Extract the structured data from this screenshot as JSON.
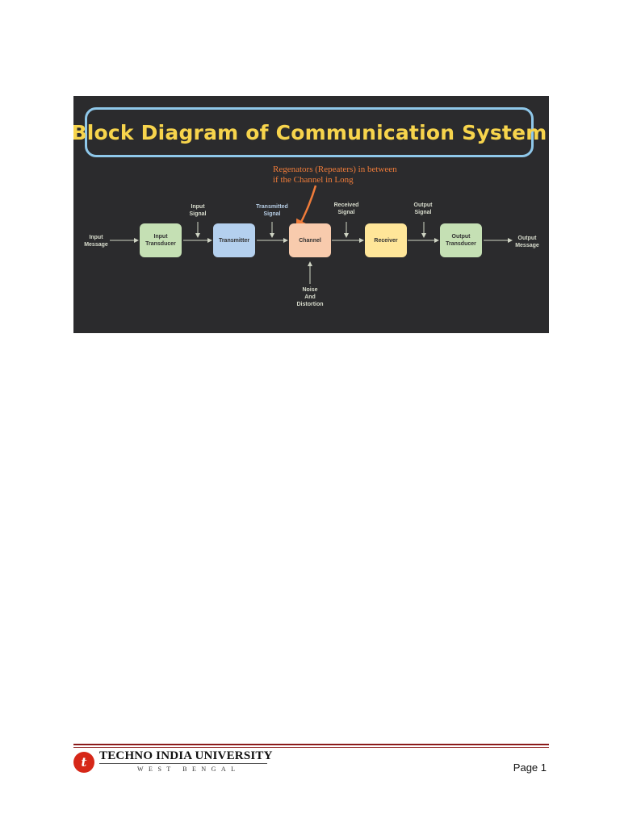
{
  "diagram": {
    "title": "Block Diagram of Communication System",
    "annotation": [
      "Regenators (Repeaters) in between",
      "if the Channel in Long"
    ],
    "blocks": [
      {
        "label": "Input\nTransducer",
        "color": "#c5e0b4"
      },
      {
        "label": "Transmitter",
        "color": "#b4d0ee"
      },
      {
        "label": "Channel",
        "color": "#f8cbad"
      },
      {
        "label": "Receiver",
        "color": "#ffe699"
      },
      {
        "label": "Output\nTransducer",
        "color": "#c5e0b4"
      }
    ],
    "labels": {
      "input_message": "Input\nMessage",
      "input_signal": "Input\nSignal",
      "transmitted_signal": "Transmitted\nSignal",
      "received_signal": "Received\nSignal",
      "output_signal": "Output\nSignal",
      "output_message": "Output\nMessage",
      "noise": "Noise\nAnd\nDistortion"
    }
  },
  "footer": {
    "university": "TECHNO INDIA UNIVERSITY",
    "region": "WEST BENGAL",
    "page": "Page 1",
    "logo_glyph": "t",
    "brand_color": "#d62718"
  }
}
